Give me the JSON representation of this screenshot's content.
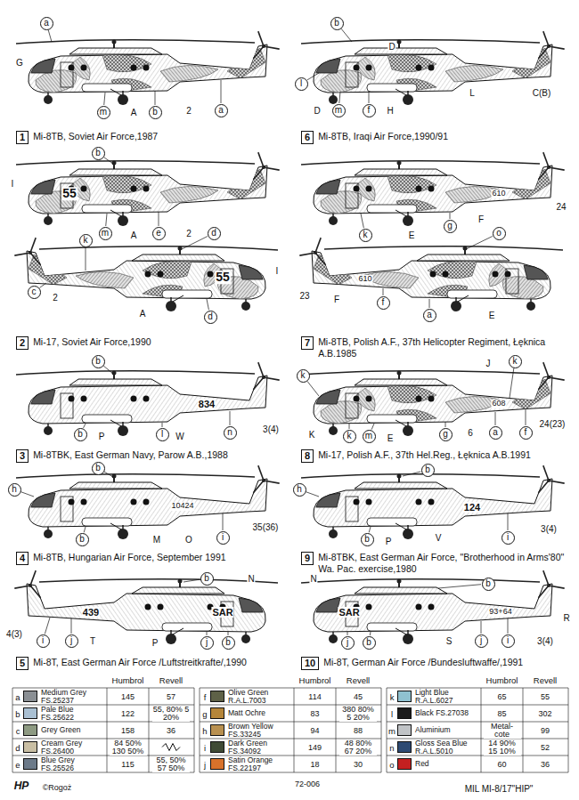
{
  "diagram": {
    "nodes": [
      {
        "text": [
          "a"
        ]
      },
      {
        "text": [
          "m"
        ]
      },
      {
        "text": [
          "b"
        ]
      },
      {
        "text": [
          "a"
        ]
      },
      {
        "text": [
          "1",
          "Mi-8TB, Soviet Air Force,1987"
        ]
      },
      {
        "text": [
          "b"
        ]
      },
      {
        "text": [
          "l"
        ]
      },
      {
        "text": [
          "m"
        ]
      },
      {
        "text": [
          "f"
        ]
      },
      {
        "text": [
          "6",
          "Mi-8TB, Iraqi Air Force,1990/91"
        ]
      },
      {
        "text": [
          "b"
        ]
      },
      {
        "text": [
          "m"
        ]
      },
      {
        "text": [
          "e"
        ]
      },
      {
        "text": [
          "k"
        ]
      },
      {
        "text": [
          "d"
        ]
      },
      {
        "text": [
          "c"
        ]
      },
      {
        "text": [
          "d"
        ]
      },
      {
        "text": [
          "2",
          "Mi-17, Soviet Air Force,1990"
        ]
      },
      {
        "text": [
          "g"
        ]
      },
      {
        "text": [
          "k"
        ]
      },
      {
        "text": [
          "o"
        ]
      },
      {
        "text": [
          "f"
        ]
      },
      {
        "text": [
          "a"
        ]
      },
      {
        "text": [
          "7",
          "Mi-8TB, Polish A.F., 37th Helicopter Regiment, Łęknica A.B.1985"
        ]
      },
      {
        "text": [
          "b"
        ]
      },
      {
        "text": [
          "b"
        ]
      },
      {
        "text": [
          "l"
        ]
      },
      {
        "text": [
          "n"
        ]
      },
      {
        "text": [
          "3",
          "Mi-8TBK, East German Navy, Parow A.B.,1988"
        ]
      },
      {
        "text": [
          "k"
        ]
      },
      {
        "text": [
          "k"
        ]
      },
      {
        "text": [
          "k"
        ]
      },
      {
        "text": [
          "m"
        ]
      },
      {
        "text": [
          "g"
        ]
      },
      {
        "text": [
          "a"
        ]
      },
      {
        "text": [
          "f"
        ]
      },
      {
        "text": [
          "8",
          "Mi-17, Polish A.F., 37th Hel.Reg., Łęknica A.B.1991"
        ]
      },
      {
        "text": [
          "b"
        ]
      },
      {
        "text": [
          "h"
        ]
      },
      {
        "text": [
          "b"
        ]
      },
      {
        "text": [
          "i"
        ]
      },
      {
        "text": [
          "4",
          "Mi-8TB, Hungarian Air Force, September 1991"
        ]
      },
      {
        "text": [
          "b"
        ]
      },
      {
        "text": [
          "h"
        ]
      },
      {
        "text": [
          "b"
        ]
      },
      {
        "text": [
          "i"
        ]
      },
      {
        "text": [
          "9",
          "Mi-8TBK, East German Air Force, \"Brotherhood in Arms'80\" Wa. Pac. exercise,1980"
        ]
      },
      {
        "text": [
          "b"
        ]
      },
      {
        "text": [
          "i"
        ]
      },
      {
        "text": [
          "j"
        ]
      },
      {
        "text": [
          "j"
        ]
      },
      {
        "text": [
          "b"
        ]
      },
      {
        "text": [
          "5",
          "Mi-8T, East German Air Force /Luftstreitkrafte/,1990"
        ]
      },
      {
        "text": [
          "b"
        ]
      },
      {
        "text": [
          "j"
        ]
      },
      {
        "text": [
          "b"
        ]
      },
      {
        "text": [
          "j"
        ]
      },
      {
        "text": [
          "i"
        ]
      },
      {
        "text": [
          "10",
          "Mi-8T, German Air Force /Bundesluftwaffe/,1991"
        ]
      }
    ],
    "labels": [
      "G",
      "A",
      "2",
      "D",
      "D",
      "H",
      "L",
      "C(B)",
      "I",
      "55",
      "A",
      "2",
      "2",
      "A",
      "55",
      "I",
      "E",
      "F",
      "610",
      "24",
      "23",
      "F",
      "610",
      "E",
      "834",
      "P",
      "W",
      "3(4)",
      "J",
      "608",
      "K",
      "E",
      "6",
      "24(23)",
      "10424",
      "M",
      "O",
      "35(36)",
      "124",
      "P",
      "V",
      "3(4)",
      "N",
      "SAR",
      "439",
      "4(3)",
      "T",
      "P",
      "N",
      "SAR",
      "93+64",
      "S",
      "R",
      "3(4)",
      "Humbrol",
      "Revell",
      "a",
      "145",
      "57",
      "b",
      "122",
      "55, 80% 5 20%",
      "c",
      "158",
      "36",
      "d",
      "84 50% 130 50%",
      "e",
      "115",
      "55, 50% 57 50%",
      "Humbrol",
      "Revell",
      "f",
      "114",
      "45",
      "g",
      "83",
      "380 80% 5 20%",
      "h",
      "94",
      "88",
      "i",
      "149",
      "48 80% 67 20%",
      "j",
      "18",
      "30",
      "Humbrol",
      "Revell",
      "k",
      "65",
      "55",
      "l",
      "85",
      "302",
      "m",
      "Metal-cote",
      "99",
      "n",
      "14 90% 15 10%",
      "52",
      "o",
      "60",
      "36",
      "HP",
      "©Rogoż",
      "72-006",
      "MIL MI-8/17\"HIP\""
    ],
    "legend": [
      {
        "text": "Medium Grey FS.25237",
        "color": "#8a8f94"
      },
      {
        "text": "Pale Blue FS.25622",
        "color": "#a9c0d3"
      },
      {
        "text": "Grey Green",
        "color": "#8d9a82"
      },
      {
        "text": "Cream Grey FS.26400",
        "color": "#c9bfa4"
      },
      {
        "text": "Blue Grey FS.25526",
        "color": "#6c7a89"
      },
      {
        "text": "Olive Green R.A.L.7003",
        "color": "#5e6147"
      },
      {
        "text": "Matt Ochre",
        "color": "#b5863a"
      },
      {
        "text": "Brown Yellow FS.33245",
        "color": "#b89050"
      },
      {
        "text": "Dark Green FS.34092",
        "color": "#3f4a35"
      },
      {
        "text": "Satin Orange FS.22197",
        "color": "#d8722b"
      },
      {
        "text": "Light Blue R.A.L.6027",
        "color": "#8fc1cf"
      },
      {
        "text": "Black FS.27038",
        "color": "#1b1b1b"
      },
      {
        "text": "Aluminium",
        "color": "#c0c3c6"
      },
      {
        "text": "Gloss Sea Blue R.A.L.5010",
        "color": "#2d4a73"
      },
      {
        "text": "Red",
        "color": "#c42020"
      }
    ]
  }
}
